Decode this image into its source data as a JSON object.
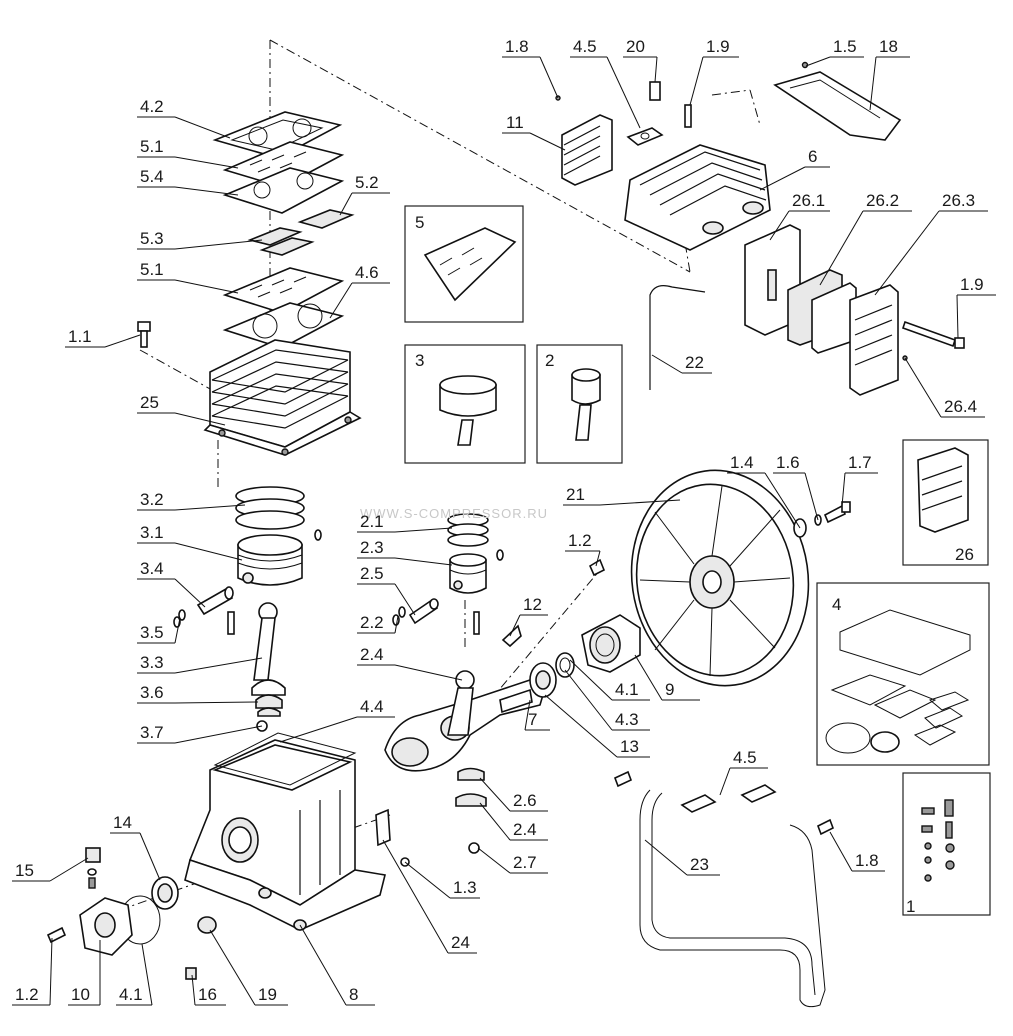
{
  "watermark": "WWW.S-COMPRESSOR.RU",
  "labels": [
    "1.8",
    "4.5",
    "20",
    "1.9",
    "1.5",
    "18",
    "11",
    "6",
    "4.2",
    "5.1",
    "5.4",
    "5.2",
    "5.3",
    "5.1",
    "4.6",
    "1.1",
    "25",
    "5",
    "3",
    "2",
    "26.1",
    "26.2",
    "26.3",
    "1.9",
    "22",
    "26.4",
    "3.2",
    "3.1",
    "3.4",
    "3.5",
    "3.3",
    "3.6",
    "3.7",
    "2.1",
    "2.3",
    "2.5",
    "2.2",
    "2.4",
    "12",
    "1.2",
    "21",
    "1.4",
    "1.6",
    "1.7",
    "26",
    "4",
    "4.1",
    "4.3",
    "13",
    "9",
    "7",
    "4.4",
    "2.6",
    "2.4",
    "2.7",
    "1.3",
    "24",
    "14",
    "15",
    "1.2",
    "10",
    "4.1",
    "16",
    "19",
    "8",
    "4.5",
    "23",
    "1.8",
    "1"
  ]
}
